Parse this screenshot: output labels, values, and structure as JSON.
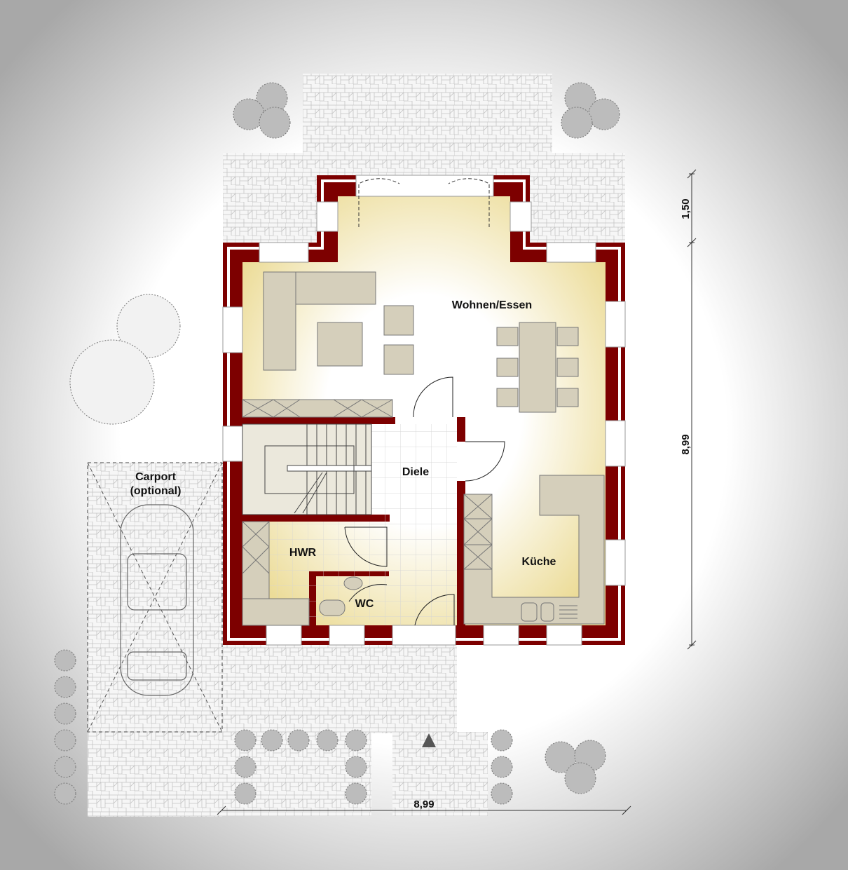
{
  "rooms": {
    "wohnen": "Wohnen/Essen",
    "diele": "Diele",
    "hwr": "HWR",
    "wc": "WC",
    "kueche": "Küche"
  },
  "carport": {
    "line1": "Carport",
    "line2": "(optional)"
  },
  "dimensions": {
    "bay_depth": "1,50",
    "depth": "8,99",
    "width": "8,99"
  },
  "colors": {
    "wall": "#7d0000",
    "floor_warm": "#efe2a4",
    "furniture": "#d5cfbb",
    "paving": "#f4f4f4"
  }
}
